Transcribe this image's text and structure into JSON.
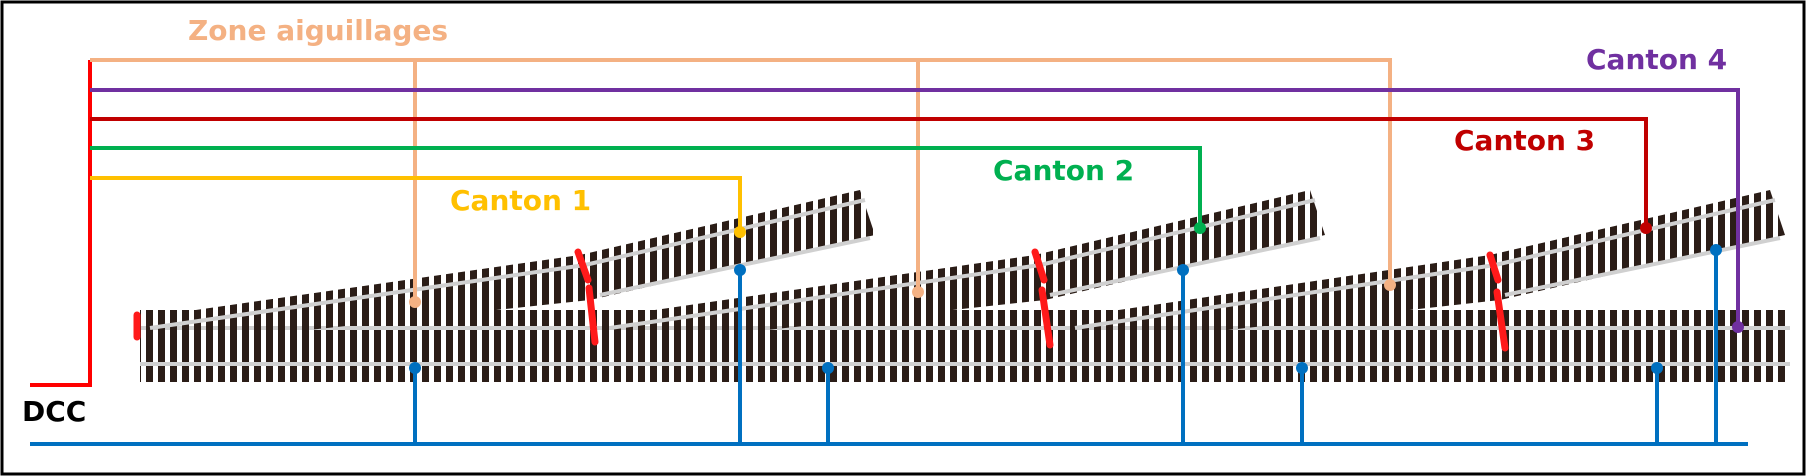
{
  "labels": {
    "zone": "Zone aiguillages",
    "canton1": "Canton 1",
    "canton2": "Canton 2",
    "canton3": "Canton 3",
    "canton4": "Canton 4",
    "dcc": "DCC"
  },
  "colors": {
    "zone": "#F4B183",
    "canton1": "#FFC000",
    "canton2": "#00B050",
    "canton3": "#C00000",
    "canton4": "#7030A0",
    "dcc": "#FF0000",
    "common_return": "#0070C0",
    "ties": "#2B1D17",
    "rails": "#C8C8C8",
    "insulated_joiners": "#FF1A1A",
    "border": "#000000"
  }
}
